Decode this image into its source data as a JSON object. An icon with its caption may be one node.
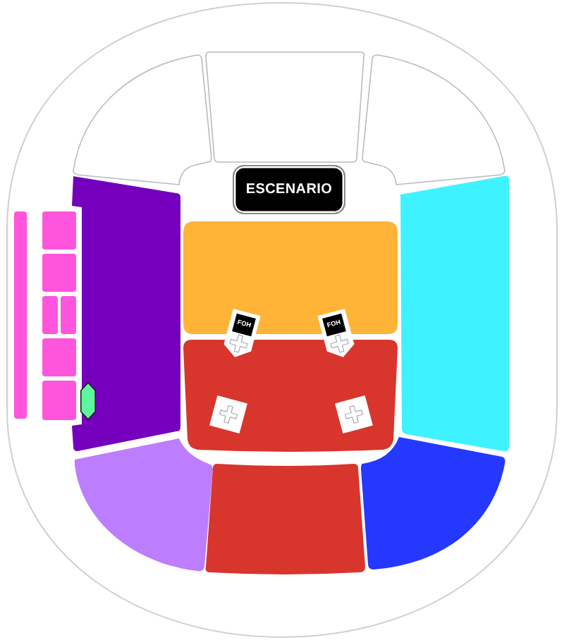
{
  "diagram": {
    "nodes": [
      {
        "text": [
          "ESCENARIO"
        ]
      },
      {
        "text": [
          "FOH"
        ]
      },
      {
        "text": [
          "FOH"
        ]
      }
    ]
  }
}
